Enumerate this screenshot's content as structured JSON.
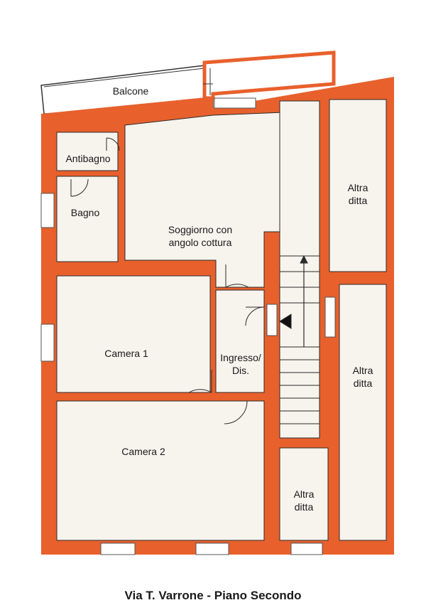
{
  "plan": {
    "wall_color": "#e8602c",
    "floor_color": "#f7f3ed",
    "rooms": {
      "balcone": "Balcone",
      "antibagno": "Antibagno",
      "bagno": "Bagno",
      "soggiorno_line1": "Soggiorno con",
      "soggiorno_line2": "angolo cottura",
      "camera1": "Camera 1",
      "ingresso_line1": "Ingresso/",
      "ingresso_line2": "Dis.",
      "camera2": "Camera 2",
      "altra_ditta_top_1": "Altra",
      "altra_ditta_top_2": "ditta",
      "altra_ditta_mid_1": "Altra",
      "altra_ditta_mid_2": "ditta",
      "altra_ditta_bot_1": "Altra",
      "altra_ditta_bot_2": "ditta"
    }
  },
  "caption": "Via T. Varrone - Piano Secondo"
}
